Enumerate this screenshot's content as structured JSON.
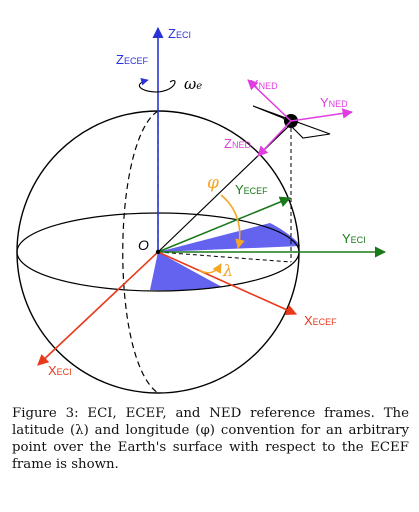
{
  "labels": {
    "z_eci": {
      "main": "Z",
      "sub": "ECI"
    },
    "z_ecef": {
      "main": "Z",
      "sub": "ECEF"
    },
    "omega": {
      "main": "ω",
      "sub": "e"
    },
    "x_ned": {
      "main": "X",
      "sub": "NED"
    },
    "y_ned": {
      "main": "Y",
      "sub": "NED"
    },
    "z_ned": {
      "main": "Z",
      "sub": "NED"
    },
    "phi": "φ",
    "y_ecef": {
      "main": "Y",
      "sub": "ECEF"
    },
    "origin": "O",
    "y_eci": {
      "main": "Y",
      "sub": "ECI"
    },
    "lambda": "λ",
    "x_ecef": {
      "main": "X",
      "sub": "ECEF"
    },
    "x_eci": {
      "main": "X",
      "sub": "ECI"
    }
  },
  "caption": "Figure 3: ECI, ECEF, and NED reference frames. The latitude (λ) and longitude (φ) convention for an arbitrary point over the Earth's surface with respect to the ECEF frame is shown.",
  "colors": {
    "eci": "#1a7a1a",
    "eci_axis": "#1a7a1a",
    "z_axis": "#2b33d6",
    "ecef": "#e8391b",
    "ned": "#e03ee0",
    "angle": "#f5a623",
    "fill": "#5b5bef",
    "black": "#000000"
  }
}
